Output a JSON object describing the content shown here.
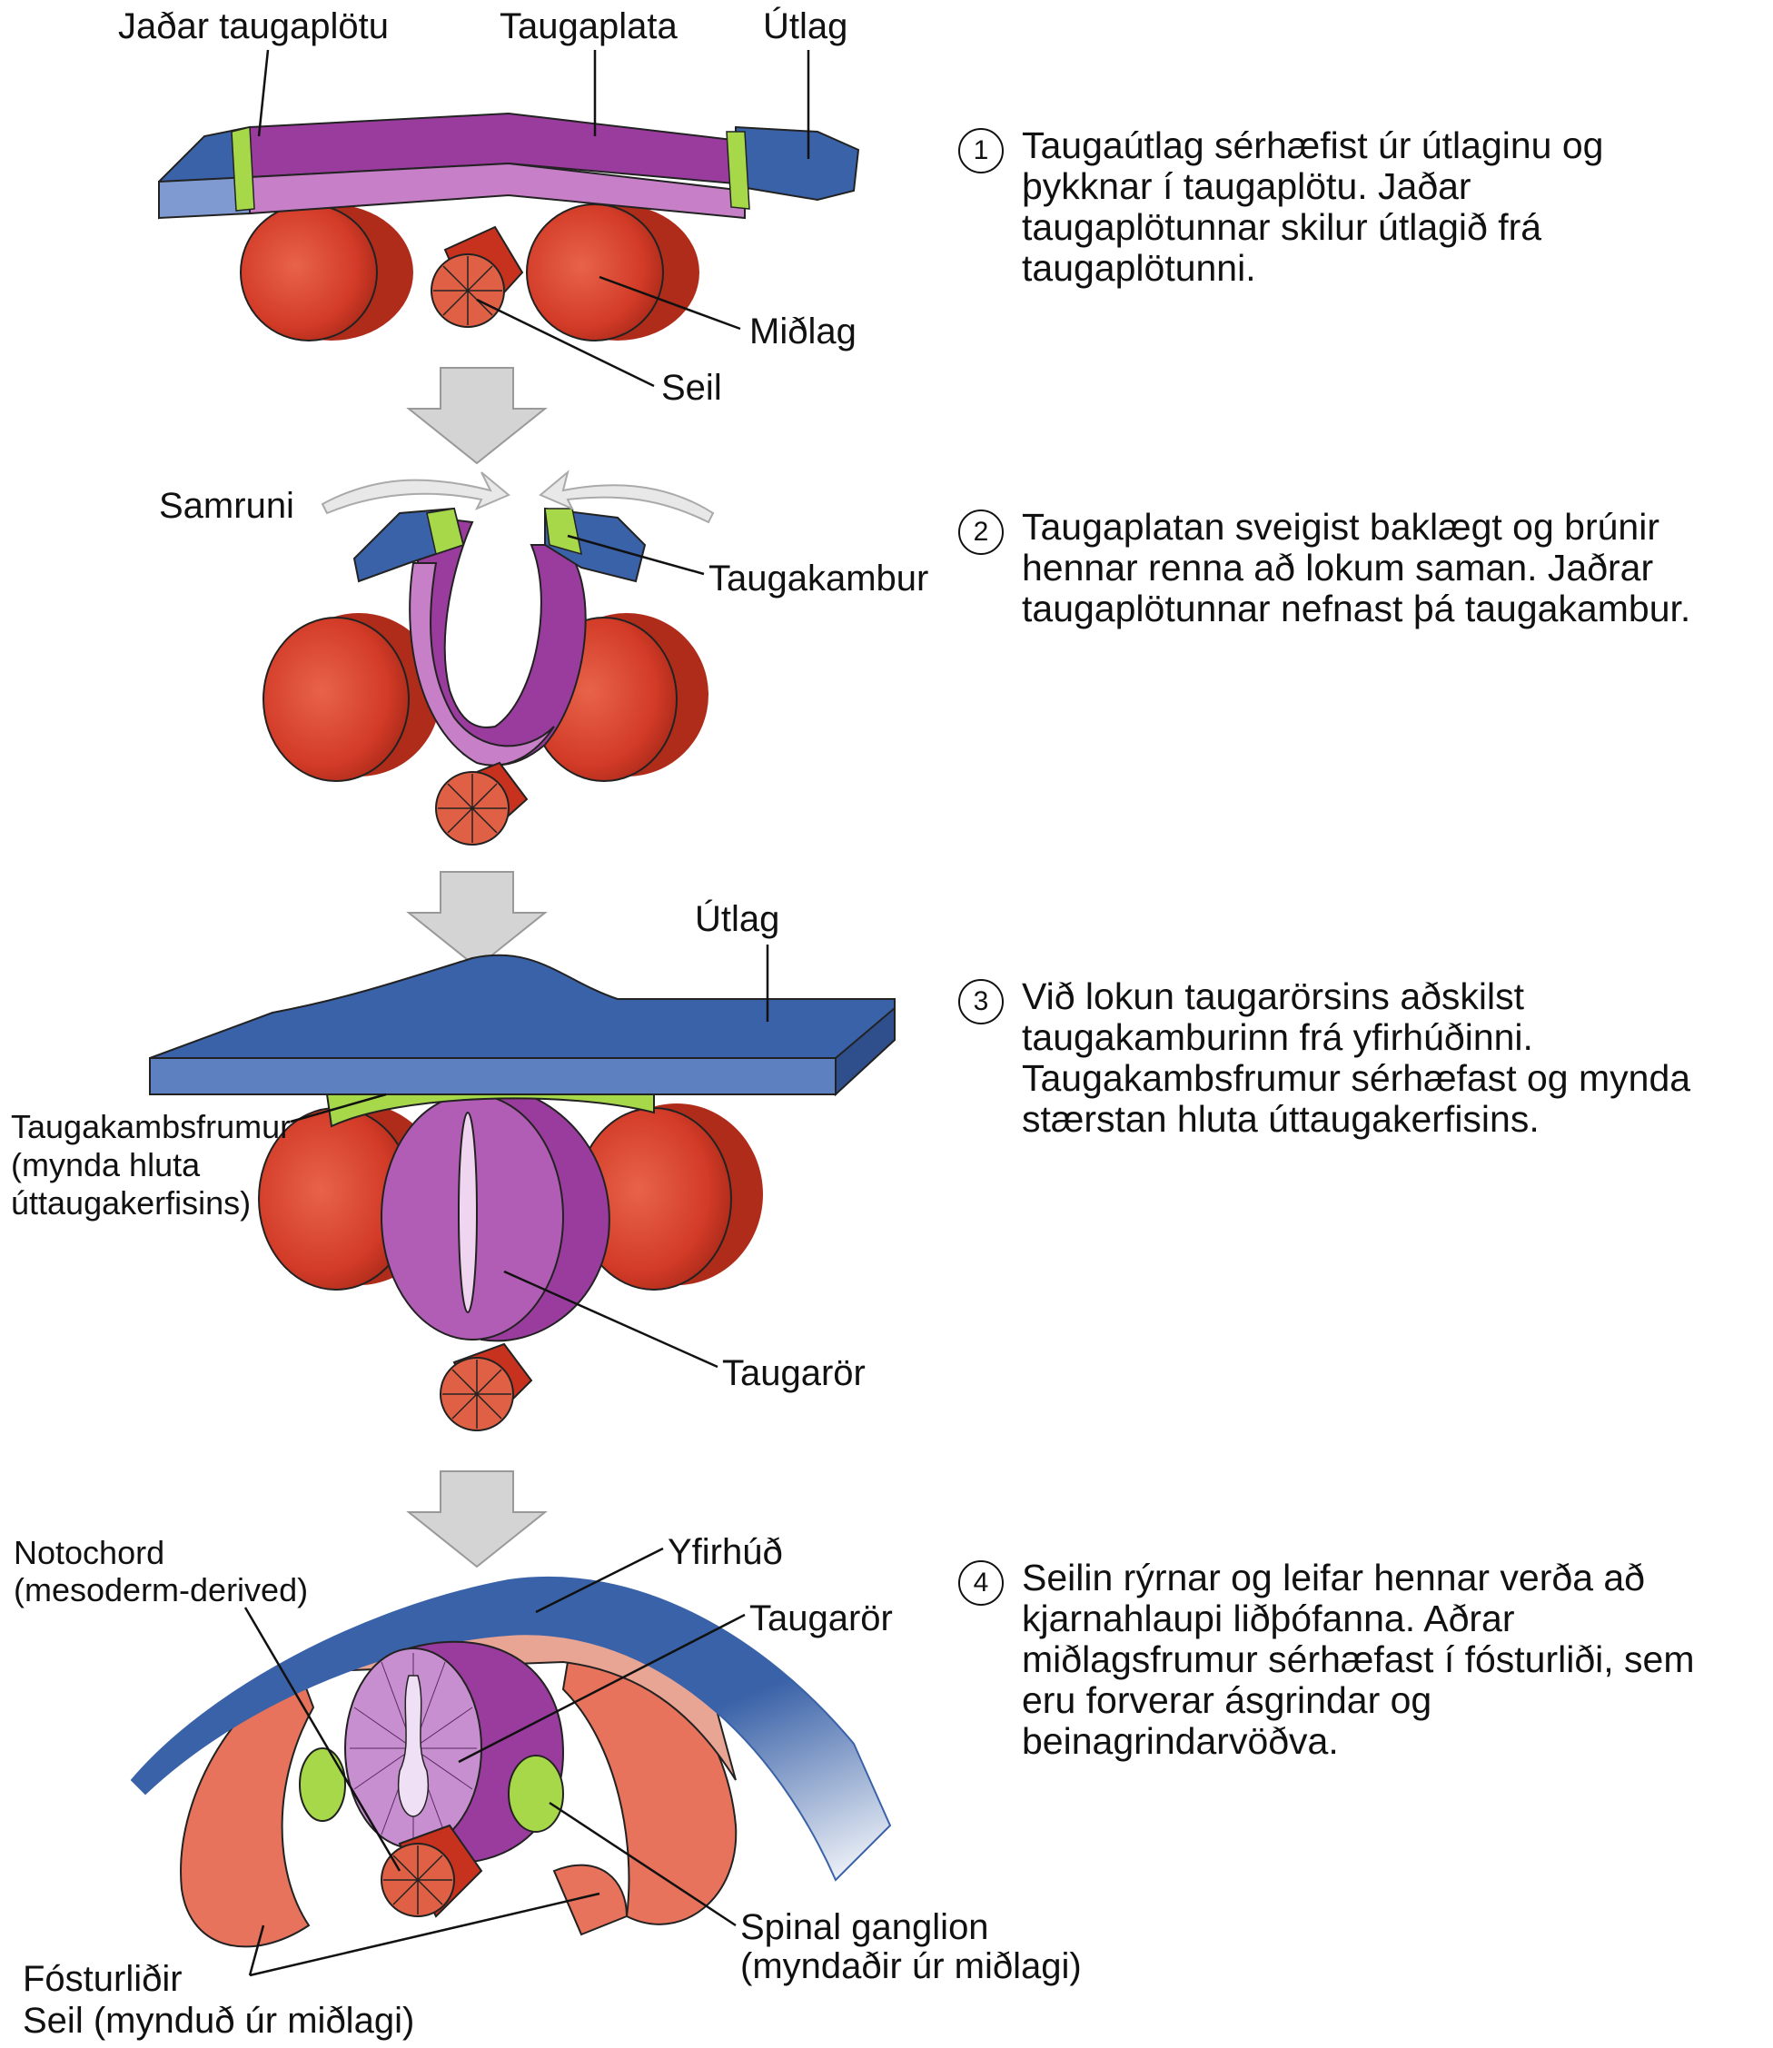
{
  "labels": {
    "s1_edge": "Jaðar taugaplötu",
    "s1_plate": "Taugaplata",
    "s1_ecto": "Útlag",
    "s1_meso": "Miðlag",
    "s1_noto": "Seil",
    "s2_fusion": "Samruni",
    "s2_crest": "Taugakambur",
    "s3_ecto": "Útlag",
    "s3_crest_cells_1": "Taugakambsfrumur",
    "s3_crest_cells_2": "(mynda hluta",
    "s3_crest_cells_3": "úttaugakerfisins)",
    "s3_tube": "Taugarör",
    "s4_noto_1": "Notochord",
    "s4_noto_2": "(mesoderm-derived)",
    "s4_skin": "Yfirhúð",
    "s4_tube": "Taugarör",
    "s4_ganglion_1": "Spinal ganglion",
    "s4_ganglion_2": "(myndaðir úr miðlagi)",
    "s4_somite": "Fósturliðir",
    "s4_noto_meso": "Seil (mynduð úr miðlagi)"
  },
  "steps": [
    {
      "num": "1",
      "text": "Taugaútlag sérhæfist úr útlaginu og\nþykknar í taugaplötu. Jaðar\ntaugaplötunnar skilur útlagið frá\ntaugaplötunni."
    },
    {
      "num": "2",
      "text": "Taugaplatan sveigist baklægt og brúnir\nhennar renna að lokum saman. Jaðrar\ntaugaplötunnar nefnast þá taugakambur."
    },
    {
      "num": "3",
      "text": "Við lokun taugarörsins aðskilst\ntaugakamburinn frá yfirhúðinni.\nTaugakambsfrumur sérhæfast og mynda\nstærstan hluta úttaugakerfisins."
    },
    {
      "num": "4",
      "text": "Seilin rýrnar og leifar hennar verða að\nkjarnahlaupi liðþófanna. Aðrar\nmiðlagsfrumur sérhæfast í fósturliði, sem\neru forverar ásgrindar og\nbeinagrindarvöðva."
    }
  ],
  "colors": {
    "ectoderm": "#3a62a8",
    "neural_plate": "#9a3c9e",
    "neural_crest": "#a7d84a",
    "mesoderm": "#d8412c",
    "somite": "#e8735c",
    "arrow": "#d4d4d4"
  }
}
